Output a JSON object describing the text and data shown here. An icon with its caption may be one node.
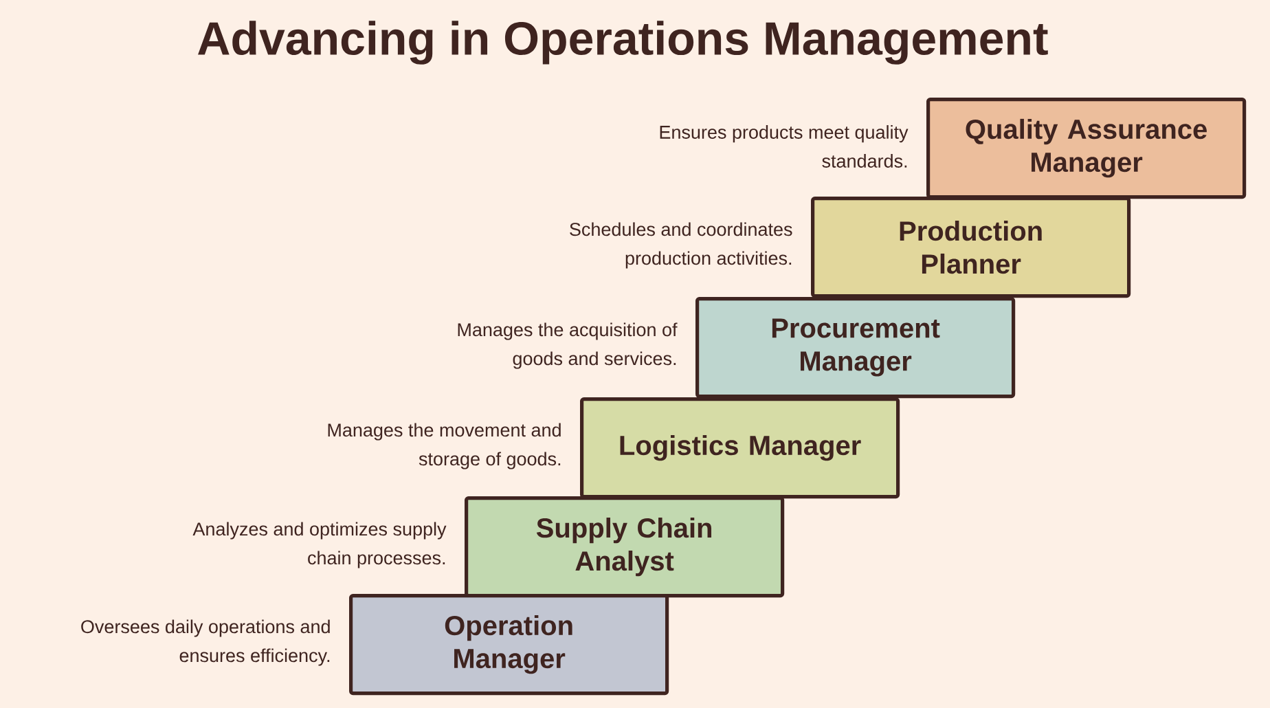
{
  "diagram": {
    "title": "Advancing in Operations Management",
    "nodes": [
      {
        "text": [
          "Quality Assurance Manager"
        ],
        "beside": [
          "Ensures products meet quality standards."
        ]
      },
      {
        "text": [
          "Production Planner"
        ],
        "beside": [
          "Schedules and coordinates production activities."
        ]
      },
      {
        "text": [
          "Procurement Manager"
        ],
        "beside": [
          "Manages the acquisition of goods and services."
        ]
      },
      {
        "text": [
          "Logistics Manager"
        ],
        "beside": [
          "Manages the movement and storage of goods."
        ]
      },
      {
        "text": [
          "Supply Chain Analyst"
        ],
        "beside": [
          "Analyzes and optimizes supply chain processes."
        ]
      },
      {
        "text": [
          "Operation Manager"
        ],
        "beside": [
          "Oversees daily operations and ensures efficiency."
        ]
      }
    ]
  }
}
